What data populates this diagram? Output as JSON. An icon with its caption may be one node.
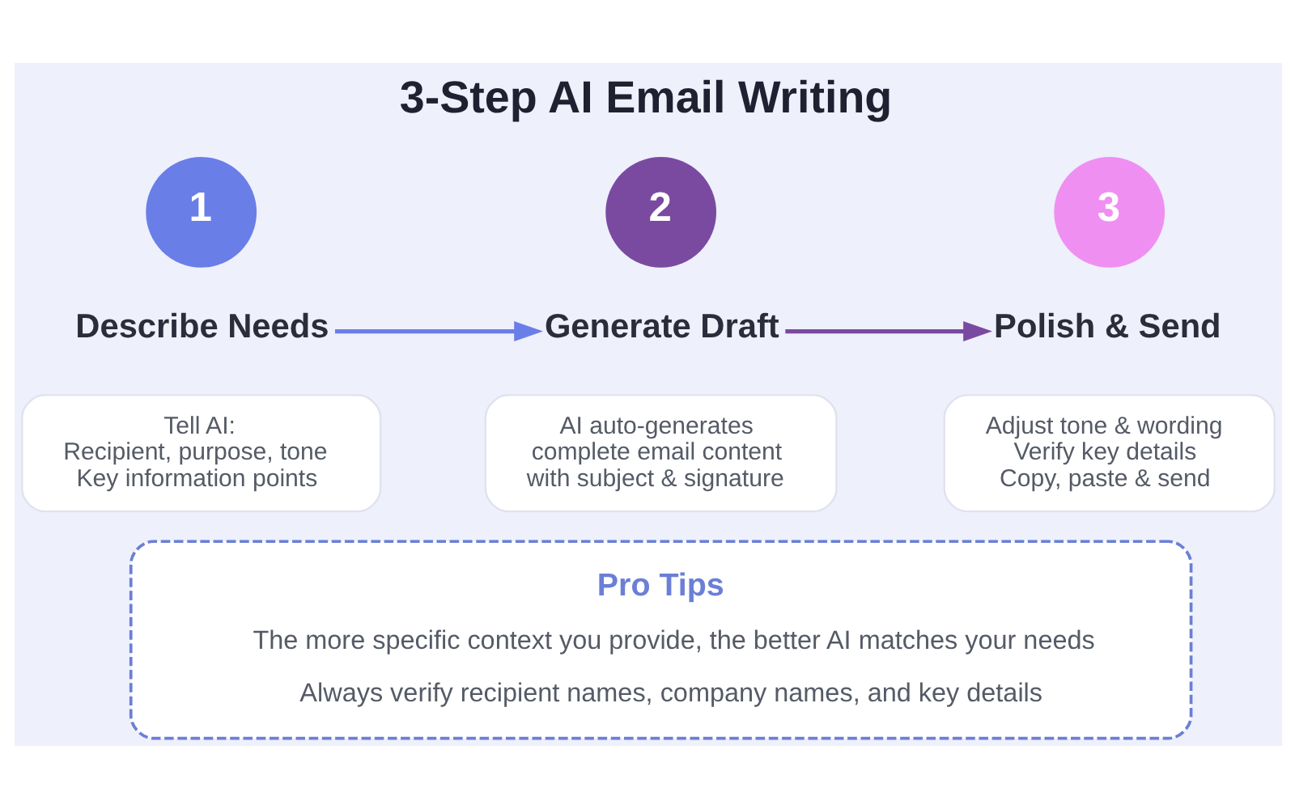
{
  "diagram": {
    "title": "3-Step AI Email Writing",
    "nodes": [
      {
        "text": [
          "1"
        ]
      },
      {
        "text": [
          "Describe Needs"
        ]
      },
      {
        "text": [
          "Tell AI:",
          "Recipient, purpose, tone",
          "Key information points"
        ]
      },
      {
        "text": [
          "2"
        ]
      },
      {
        "text": [
          "Generate Draft"
        ]
      },
      {
        "text": [
          "AI auto-generates",
          "complete email content",
          "with subject & signature"
        ]
      },
      {
        "text": [
          "3"
        ]
      },
      {
        "text": [
          "Polish & Send"
        ]
      },
      {
        "text": [
          "Adjust tone & wording",
          "Verify key details",
          "Copy, paste & send"
        ]
      },
      {
        "text": [
          "Pro Tips",
          "The more specific context you provide, the better AI matches your needs",
          "Always verify recipient names, company names, and key details"
        ]
      }
    ],
    "edges": [
      {
        "from": 1,
        "to": 4,
        "arrow": "to",
        "color": "#6a7ee8"
      },
      {
        "from": 4,
        "to": 7,
        "arrow": "to",
        "color": "#7a4aa0"
      }
    ]
  }
}
